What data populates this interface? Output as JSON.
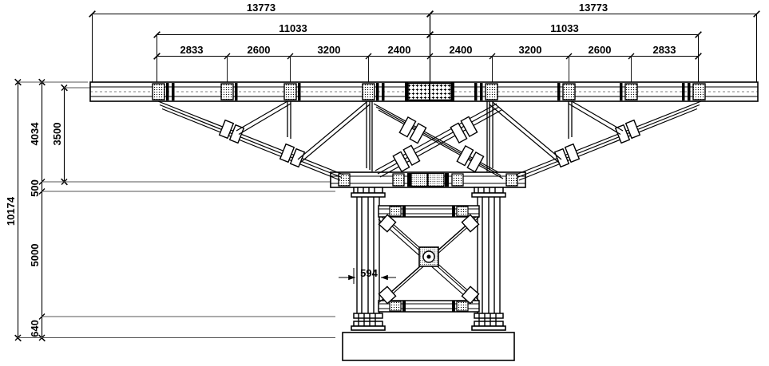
{
  "drawing": {
    "title": "Bridge Pier and Cantilever Truss Elevation",
    "units": "mm",
    "line_color": "#000000",
    "background": "#ffffff"
  },
  "dimensions": {
    "top_overall": [
      {
        "label": "13773",
        "span": "left-half-overall"
      },
      {
        "label": "13773",
        "span": "right-half-overall"
      }
    ],
    "top_secondary": [
      {
        "label": "11033",
        "span": "left-half-truss"
      },
      {
        "label": "11033",
        "span": "right-half-truss"
      }
    ],
    "top_panels": [
      {
        "label": "2833"
      },
      {
        "label": "2600"
      },
      {
        "label": "3200"
      },
      {
        "label": "2400"
      },
      {
        "label": "2400"
      },
      {
        "label": "3200"
      },
      {
        "label": "2600"
      },
      {
        "label": "2833"
      }
    ],
    "left_overall": {
      "label": "10174"
    },
    "left_segments": [
      {
        "label": "4034"
      },
      {
        "label": "500"
      },
      {
        "label": "5000"
      },
      {
        "label": "640"
      }
    ],
    "left_inner": [
      {
        "label": "3500"
      }
    ],
    "pier_width": {
      "label": "594"
    }
  }
}
